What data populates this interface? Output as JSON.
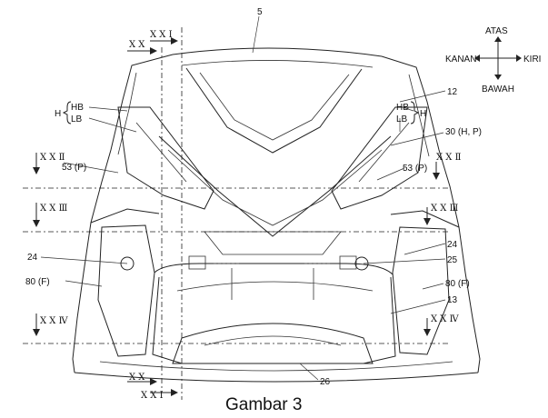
{
  "figure": {
    "caption": "Gambar 3",
    "directions": {
      "up": "ATAS",
      "down": "BAWAH",
      "left": "KANAN",
      "right": "KIRI"
    },
    "section_marks": {
      "xx": "X X",
      "xxi": "X X I",
      "xxii": "X X Ⅱ",
      "xxiii": "X X Ⅲ",
      "xxiv": "X X Ⅳ"
    },
    "labels": {
      "ref_5": "5",
      "ref_12": "12",
      "ref_13": "13",
      "ref_24_left": "24",
      "ref_24_right": "24",
      "ref_25": "25",
      "ref_26": "26",
      "ref_30": "30 (H, P)",
      "ref_53_left": "53 (P)",
      "ref_53_right": "53 (P)",
      "ref_80_left": "80 (F)",
      "ref_80_right": "80 (F)",
      "hb_left": "HB",
      "lb_left": "LB",
      "h_left": "H",
      "hb_right": "HB",
      "lb_right": "LB",
      "h_right": "H"
    }
  }
}
